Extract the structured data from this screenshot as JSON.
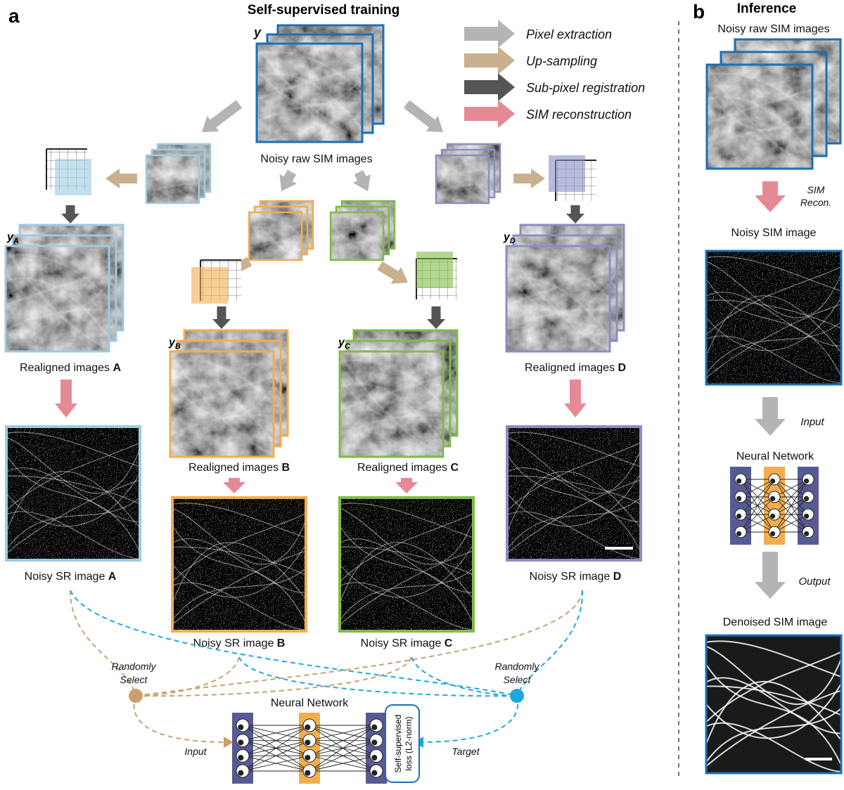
{
  "panels": {
    "a": {
      "letter": "a",
      "title": "Self-supervised training",
      "raw_label": "Noisy raw SIM images",
      "raw_var": "y",
      "legend": [
        {
          "label": "Pixel extraction",
          "color": "#b4b4b4"
        },
        {
          "label": "Up-sampling",
          "color": "#c9b08f"
        },
        {
          "label": "Sub-pixel registration",
          "color": "#555555"
        },
        {
          "label": "SIM reconstruction",
          "color": "#e58a94"
        }
      ],
      "branches": [
        {
          "id": "A",
          "color": "#9dcbe2",
          "sub": "A",
          "realigned_label": "Realigned images ",
          "sr_label": "Noisy SR image "
        },
        {
          "id": "B",
          "color": "#f2ad4f",
          "sub": "B",
          "realigned_label": "Realigned images ",
          "sr_label": "Noisy SR image "
        },
        {
          "id": "C",
          "color": "#7fbc45",
          "sub": "C",
          "realigned_label": "Realigned images ",
          "sr_label": "Noisy SR image "
        },
        {
          "id": "D",
          "color": "#8b8ec4",
          "sub": "D",
          "realigned_label": "Realigned images ",
          "sr_label": "Noisy SR image "
        }
      ],
      "select_left": "Randomly Select",
      "select_right": "Randomly Select",
      "network_label": "Neural Network",
      "input_label": "Input",
      "target_label": "Target",
      "loss_label_1": "Self-supervised",
      "loss_label_2": "loss (L2-norm)",
      "select_left_color": "#c9a070",
      "select_right_color": "#1ea8e0"
    },
    "b": {
      "letter": "b",
      "title": "Inference",
      "raw_label": "Noisy raw SIM images",
      "step1_1": "SIM",
      "step1_2": "Recon.",
      "sim_label": "Noisy SIM image",
      "step2": "Input",
      "network_label": "Neural Network",
      "step3": "Output",
      "denoised_label": "Denoised SIM image"
    }
  },
  "colors": {
    "raw_border": "#1a6fb8",
    "network_side": "#575a93",
    "network_mid": "#f2ad4f"
  }
}
